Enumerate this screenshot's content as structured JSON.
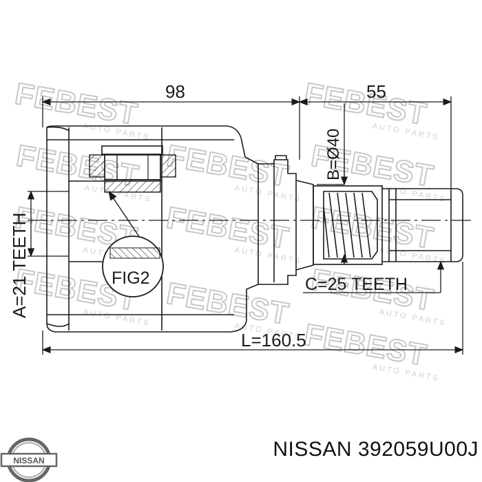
{
  "drawing": {
    "dim_top_left": "98",
    "dim_top_right": "55",
    "spline_b": "B=Ø40",
    "spline_a": "A=21 TEETH",
    "spline_c": "C=25 TEETH",
    "length_l": "L=160.5",
    "detail_label": "FIG2"
  },
  "watermark": {
    "brand": "FEBEST",
    "tagline": "AUTO PARTS"
  },
  "caption": {
    "brand_logo": "NISSAN",
    "text": "NISSAN 392059U00J"
  },
  "colors": {
    "line": "#1a1a1a",
    "watermark": "#c8c8c8",
    "hatch": "#333333"
  }
}
